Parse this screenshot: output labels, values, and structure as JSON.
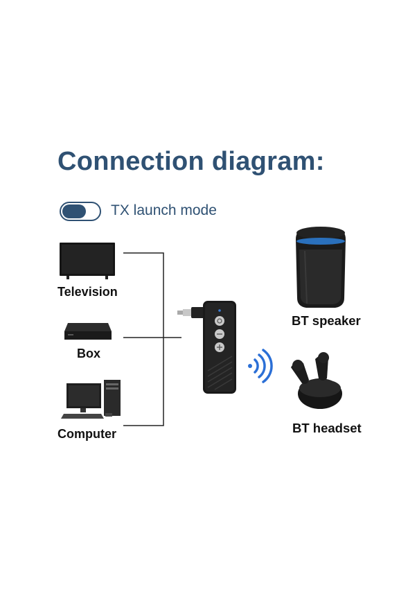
{
  "title": "Connection diagram:",
  "mode": {
    "label": "TX launch mode",
    "toggle_on": true
  },
  "sources": [
    {
      "label": "Television",
      "icon": "television-icon"
    },
    {
      "label": "Box",
      "icon": "set-top-box-icon"
    },
    {
      "label": "Computer",
      "icon": "computer-icon"
    }
  ],
  "transmitter": {
    "icon": "bluetooth-transmitter-icon"
  },
  "signal": {
    "icon": "wireless-signal-icon"
  },
  "targets": [
    {
      "label": "BT speaker",
      "icon": "speaker-icon"
    },
    {
      "label": "BT headset",
      "icon": "headset-icon"
    }
  ],
  "colors": {
    "accent": "#2f5173",
    "signal": "#2b6fd6",
    "line": "#222222"
  }
}
